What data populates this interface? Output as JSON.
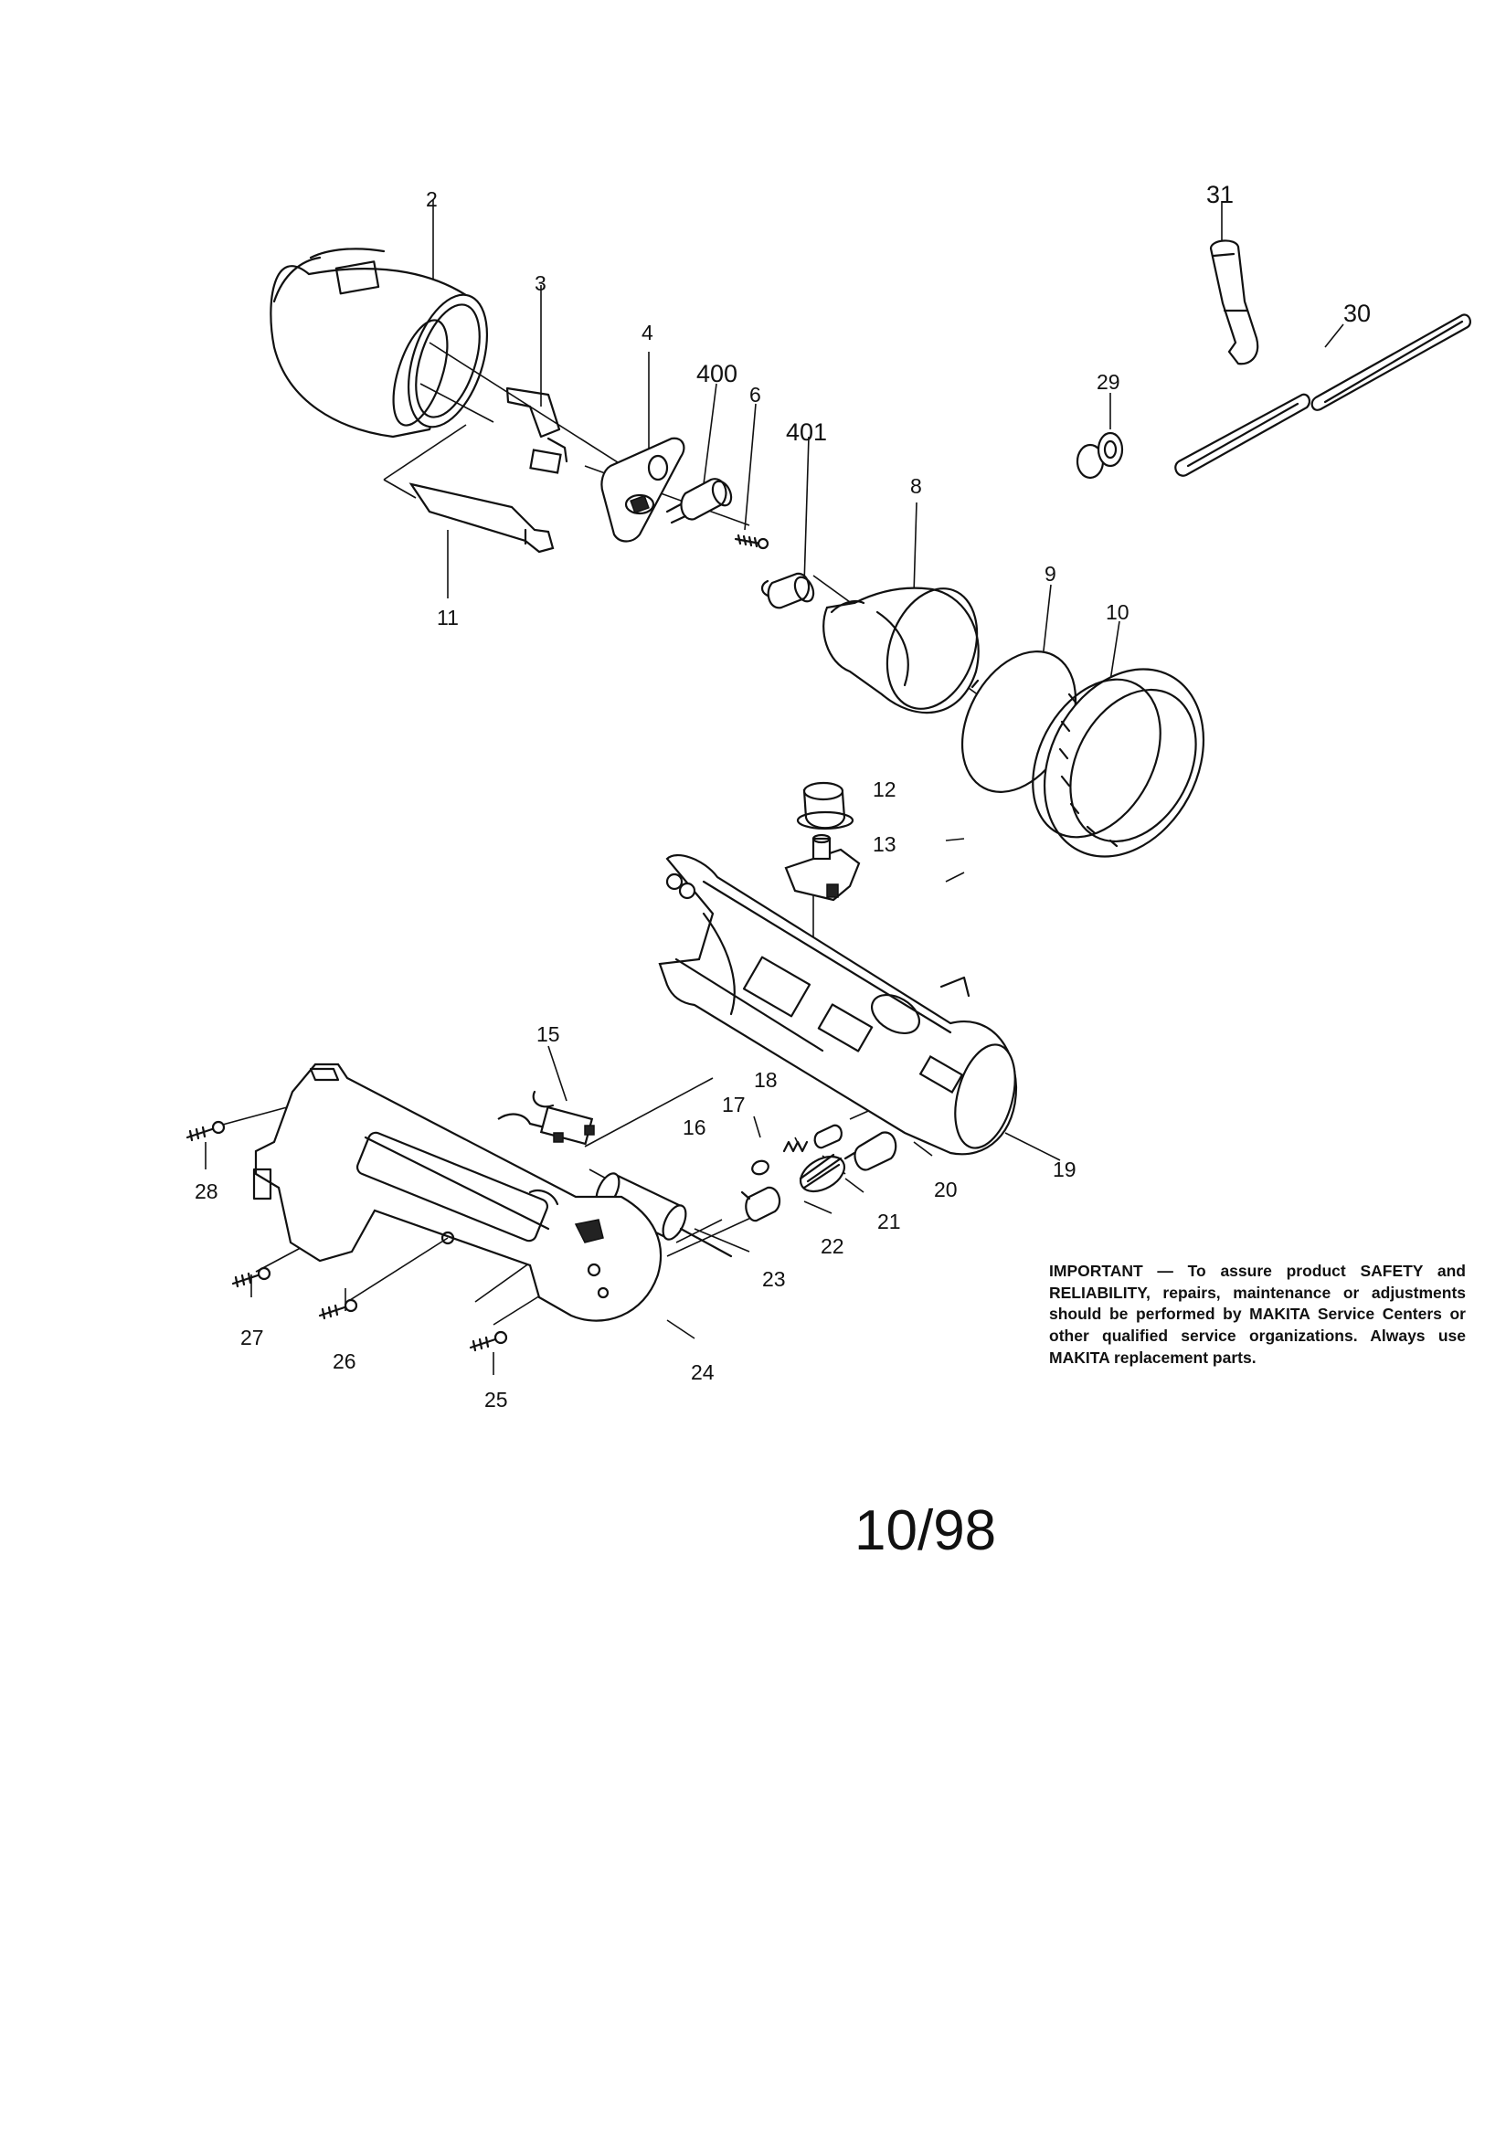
{
  "callouts": {
    "p2": "2",
    "p3": "3",
    "p4": "4",
    "p400": "400",
    "p6": "6",
    "p401": "401",
    "p8": "8",
    "p9": "9",
    "p10": "10",
    "p11": "11",
    "p12": "12",
    "p13": "13",
    "p15": "15",
    "p16": "16",
    "p17": "17",
    "p18": "18",
    "p19": "19",
    "p20": "20",
    "p21": "21",
    "p22": "22",
    "p23": "23",
    "p24": "24",
    "p25": "25",
    "p26": "26",
    "p27": "27",
    "p28": "28",
    "p29": "29",
    "p30": "30",
    "p31": "31"
  },
  "notice": "IMPORTANT — To assure product SAFETY and RELIABILITY, repairs, maintenance or adjustments should be performed by MAKITA Service Centers or other qualified service organizations. Always use MAKITA replacement parts.",
  "date": "10/98"
}
